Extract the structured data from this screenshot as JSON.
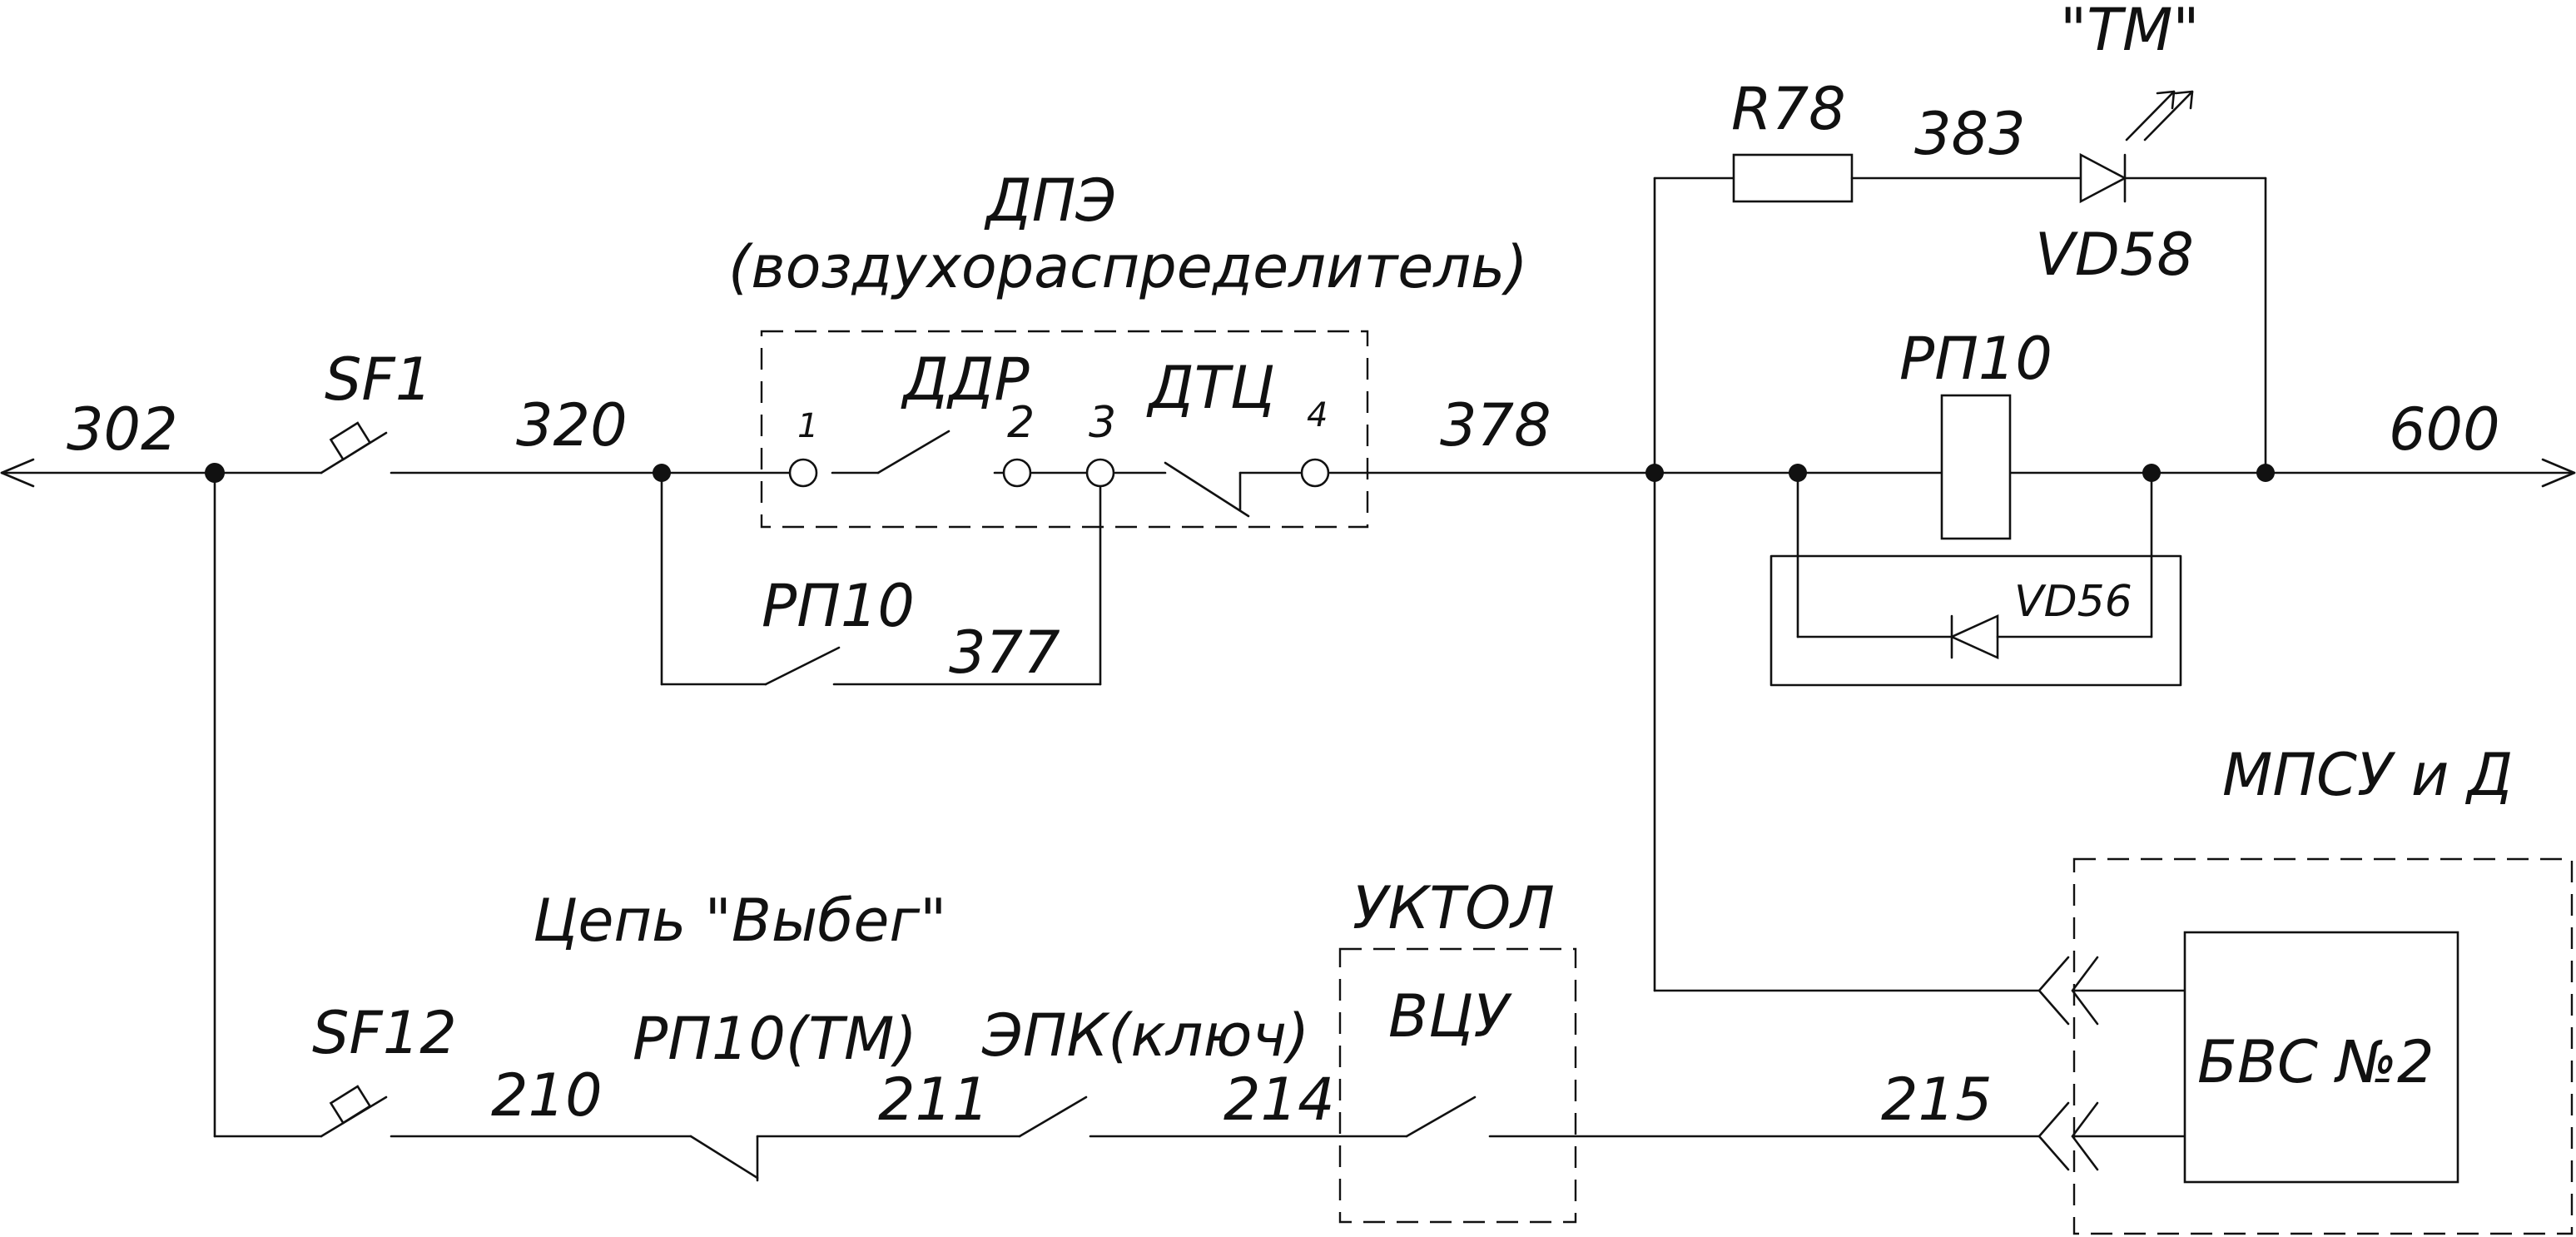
{
  "wires": {
    "w302": "302",
    "w320": "320",
    "w378": "378",
    "w600": "600",
    "w377": "377",
    "w383": "383",
    "w210": "210",
    "w211": "211",
    "w214": "214",
    "w215": "215"
  },
  "components": {
    "sf1": "SF1",
    "sf12": "SF12",
    "dpe": "ДПЭ",
    "dpe_sub": "(воздухораспределитель)",
    "ddr": "ДДР",
    "dtc": "ДТЦ",
    "rp10_contact": "РП10",
    "rp10_coil": "РП10",
    "r78": "R78",
    "vd58": "VD58",
    "tm": "\"ТМ\"",
    "vd56": "VD56",
    "mpsu": "МПСУ и Д",
    "bvs": "БВС №2",
    "chain": "Цепь \"Выбег\"",
    "rp10tm": "РП10(ТМ)",
    "epk": "ЭПК(ключ)",
    "uktol": "УКТОЛ",
    "vcu": "ВЦУ"
  },
  "terminals": {
    "t1": "1",
    "t2": "2",
    "t3": "3",
    "t4": "4"
  }
}
